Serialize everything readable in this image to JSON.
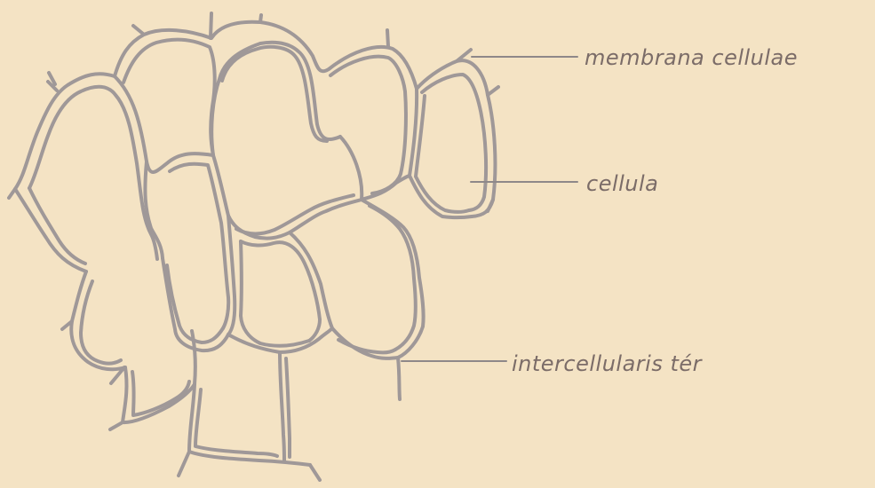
{
  "labels": {
    "cell_wall": "membrana cellulae",
    "cell": "cellula",
    "intercellular_space": "intercellularis tér"
  }
}
